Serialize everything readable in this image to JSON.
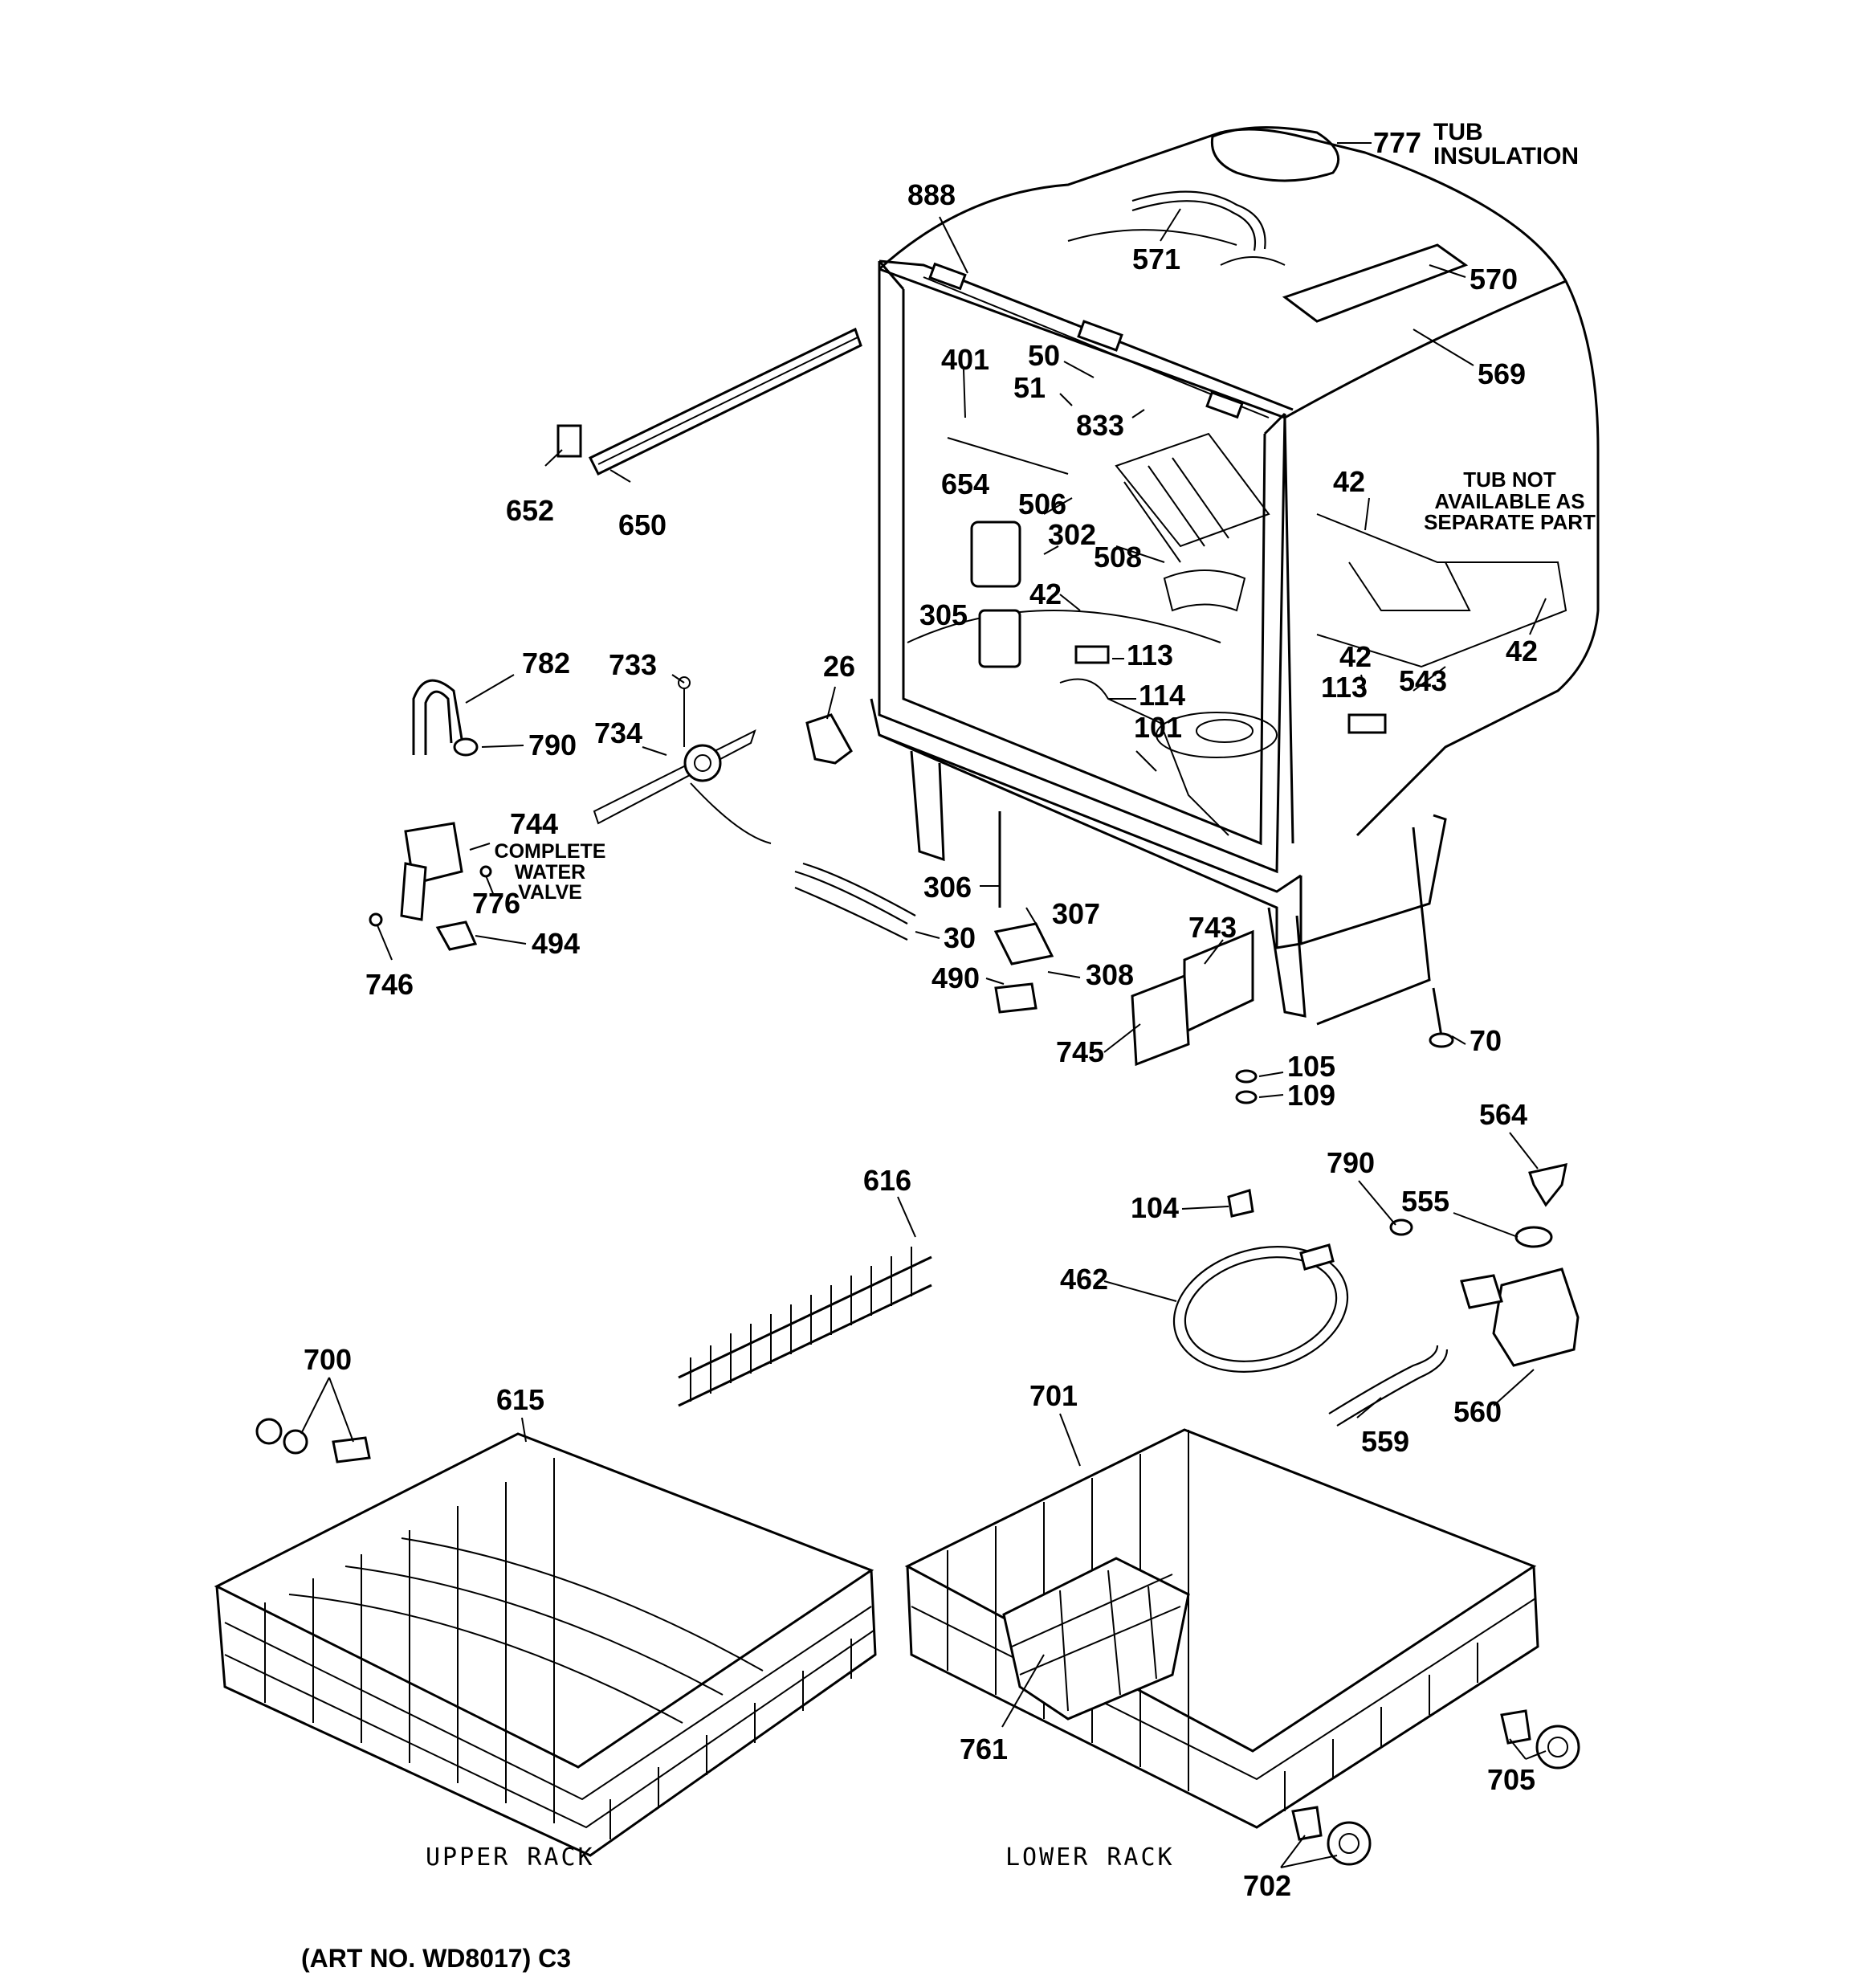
{
  "art_number": "(ART NO. WD8017) C3",
  "notes": {
    "tub_insulation": "TUB\nINSULATION",
    "tub_not_available": "TUB NOT\nAVAILABLE AS\nSEPARATE PART",
    "complete_water_valve": "COMPLETE\nWATER\nVALVE"
  },
  "captions": {
    "upper_rack": "UPPER RACK",
    "lower_rack": "LOWER RACK"
  },
  "callouts": [
    {
      "id": "c777",
      "text": "777"
    },
    {
      "id": "c888",
      "text": "888"
    },
    {
      "id": "c571",
      "text": "571"
    },
    {
      "id": "c570",
      "text": "570"
    },
    {
      "id": "c569",
      "text": "569"
    },
    {
      "id": "c401",
      "text": "401"
    },
    {
      "id": "c50",
      "text": "50"
    },
    {
      "id": "c51",
      "text": "51"
    },
    {
      "id": "c833",
      "text": "833"
    },
    {
      "id": "c654",
      "text": "654"
    },
    {
      "id": "c506",
      "text": "506"
    },
    {
      "id": "c302",
      "text": "302"
    },
    {
      "id": "c508",
      "text": "508"
    },
    {
      "id": "c42a",
      "text": "42"
    },
    {
      "id": "c42b",
      "text": "42"
    },
    {
      "id": "c42c",
      "text": "42"
    },
    {
      "id": "c42d",
      "text": "42"
    },
    {
      "id": "c305",
      "text": "305"
    },
    {
      "id": "c113a",
      "text": "113"
    },
    {
      "id": "c113b",
      "text": "113"
    },
    {
      "id": "c114",
      "text": "114"
    },
    {
      "id": "c101",
      "text": "101"
    },
    {
      "id": "c543",
      "text": "543"
    },
    {
      "id": "c652",
      "text": "652"
    },
    {
      "id": "c650",
      "text": "650"
    },
    {
      "id": "c782",
      "text": "782"
    },
    {
      "id": "c733",
      "text": "733"
    },
    {
      "id": "c26",
      "text": "26"
    },
    {
      "id": "c790a",
      "text": "790"
    },
    {
      "id": "c734",
      "text": "734"
    },
    {
      "id": "c744",
      "text": "744"
    },
    {
      "id": "c776",
      "text": "776"
    },
    {
      "id": "c494",
      "text": "494"
    },
    {
      "id": "c746",
      "text": "746"
    },
    {
      "id": "c306",
      "text": "306"
    },
    {
      "id": "c307",
      "text": "307"
    },
    {
      "id": "c30",
      "text": "30"
    },
    {
      "id": "c490",
      "text": "490"
    },
    {
      "id": "c308",
      "text": "308"
    },
    {
      "id": "c743",
      "text": "743"
    },
    {
      "id": "c745",
      "text": "745"
    },
    {
      "id": "c70",
      "text": "70"
    },
    {
      "id": "c105",
      "text": "105"
    },
    {
      "id": "c109",
      "text": "109"
    },
    {
      "id": "c564",
      "text": "564"
    },
    {
      "id": "c790b",
      "text": "790"
    },
    {
      "id": "c555",
      "text": "555"
    },
    {
      "id": "c104",
      "text": "104"
    },
    {
      "id": "c616",
      "text": "616"
    },
    {
      "id": "c462",
      "text": "462"
    },
    {
      "id": "c560",
      "text": "560"
    },
    {
      "id": "c559",
      "text": "559"
    },
    {
      "id": "c700",
      "text": "700"
    },
    {
      "id": "c615",
      "text": "615"
    },
    {
      "id": "c701",
      "text": "701"
    },
    {
      "id": "c761",
      "text": "761"
    },
    {
      "id": "c705",
      "text": "705"
    },
    {
      "id": "c702",
      "text": "702"
    }
  ]
}
